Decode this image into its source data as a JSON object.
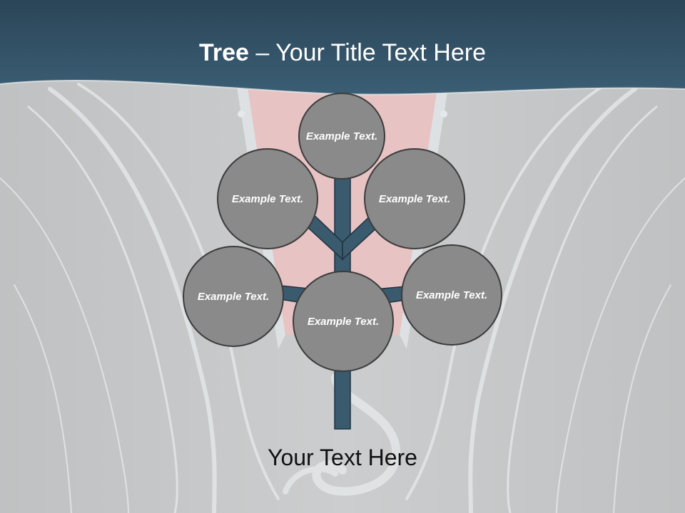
{
  "header": {
    "title_bold": "Tree",
    "title_rest": " – Your Title Text Here"
  },
  "colors": {
    "header_band": "#34566b",
    "background": "#c6c8c9",
    "pink_panel": "#e8c3c3",
    "branch": "#3a5a6e",
    "node_fill": "#8a8a8b",
    "node_border": "#3c3c3c"
  },
  "tree": {
    "nodes": [
      {
        "text": "Example Text."
      },
      {
        "text": "Example Text."
      },
      {
        "text": "Example Text."
      },
      {
        "text": "Example Text."
      },
      {
        "text": "Example Text."
      },
      {
        "text": "Example Text."
      }
    ]
  },
  "footer": {
    "text": "Your Text Here"
  }
}
